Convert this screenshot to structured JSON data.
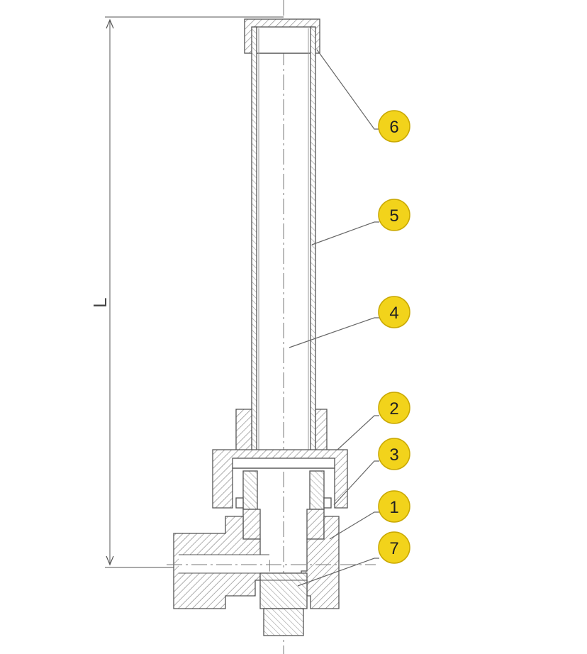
{
  "dimension": {
    "label": "L"
  },
  "callouts": [
    {
      "id": "6",
      "label": "6"
    },
    {
      "id": "5",
      "label": "5"
    },
    {
      "id": "4",
      "label": "4"
    },
    {
      "id": "2",
      "label": "2"
    },
    {
      "id": "3",
      "label": "3"
    },
    {
      "id": "1",
      "label": "1"
    },
    {
      "id": "7",
      "label": "7"
    }
  ],
  "colors": {
    "callout_fill": "#f2d31b",
    "callout_stroke": "#c9a800",
    "line": "#555555",
    "hatch": "#888888"
  }
}
